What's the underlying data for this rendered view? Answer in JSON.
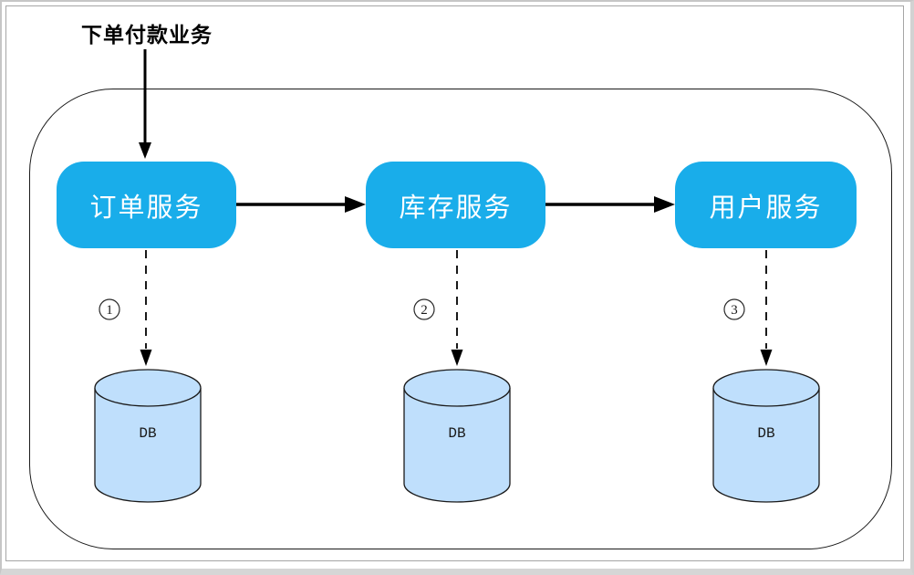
{
  "title": "下单付款业务",
  "services": [
    {
      "label": "订单服务",
      "step": "1",
      "db_label": "DB"
    },
    {
      "label": "库存服务",
      "step": "2",
      "db_label": "DB"
    },
    {
      "label": "用户服务",
      "step": "3",
      "db_label": "DB"
    }
  ],
  "colors": {
    "service_fill": "#19ADEA",
    "service_text": "#FFFFFF",
    "db_fill": "#BFDFFC",
    "outline": "#1A1A1A"
  }
}
